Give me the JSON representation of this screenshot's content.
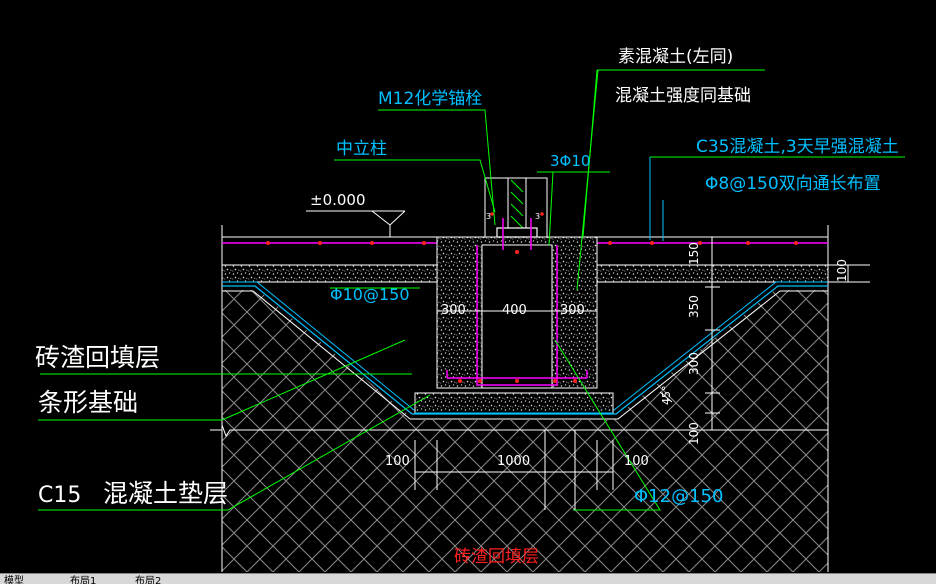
{
  "labels": {
    "plain_concrete": "素混凝土(左同)",
    "concrete_strength": "混凝土强度同基础",
    "anchor_bolt": "M12化学锚栓",
    "middle_column": "中立柱",
    "c35_concrete": "C35混凝土,3天早强混凝土",
    "rebar_mesh": "Φ8@150双向通长布置",
    "elevation": "±0.000",
    "rebar_3phi10": "3Φ10",
    "stirrup": "Φ10@150",
    "brick_fill_layer": "砖渣回填层",
    "strip_foundation": "条形基础",
    "c15_label": "C15",
    "concrete_cushion": "混凝土垫层",
    "bottom_rebar": "Φ12@150",
    "brick_fill_bottom": "砖渣回填层",
    "slope_angle": "45°",
    "small_3_left": "3",
    "small_3_right": "3"
  },
  "dimensions": {
    "d300_left": "300",
    "d400": "400",
    "d300_right": "300",
    "d150": "150",
    "d100_right": "100",
    "d350": "350",
    "d300_v": "300",
    "d100_v": "100",
    "d100_bl": "100",
    "d1000": "1000",
    "d100_br": "100"
  },
  "tabs": [
    "模型",
    "布局1",
    "布局2"
  ],
  "colors": {
    "background": "#000000",
    "white": "#ffffff",
    "cyan": "#00c0ff",
    "green": "#00ff00",
    "magenta": "#ff00ff",
    "red": "#ff2020",
    "hatch_grey": "#9a9a9a"
  }
}
